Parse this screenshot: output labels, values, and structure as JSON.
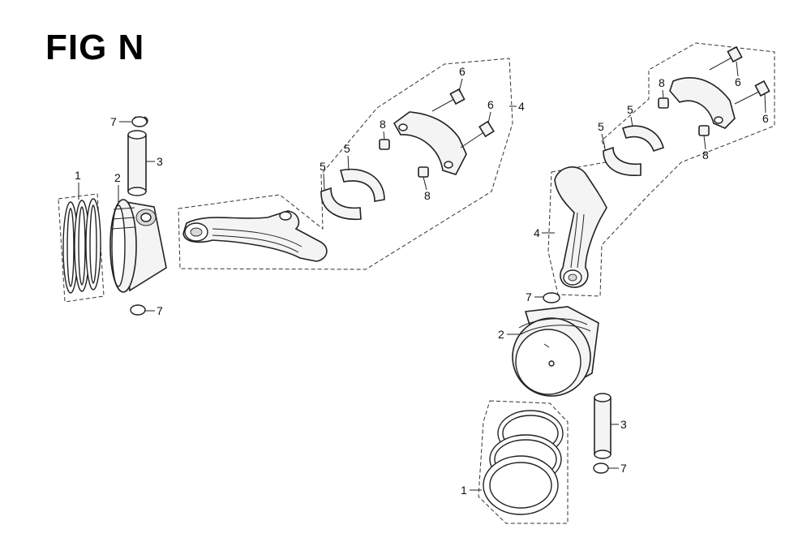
{
  "title": "FIG N",
  "labels": {
    "rings": "1",
    "piston": "2",
    "pin": "3",
    "rod_assy": "4",
    "bearing": "5",
    "bolt": "6",
    "clip": "7",
    "dowel": "8"
  }
}
